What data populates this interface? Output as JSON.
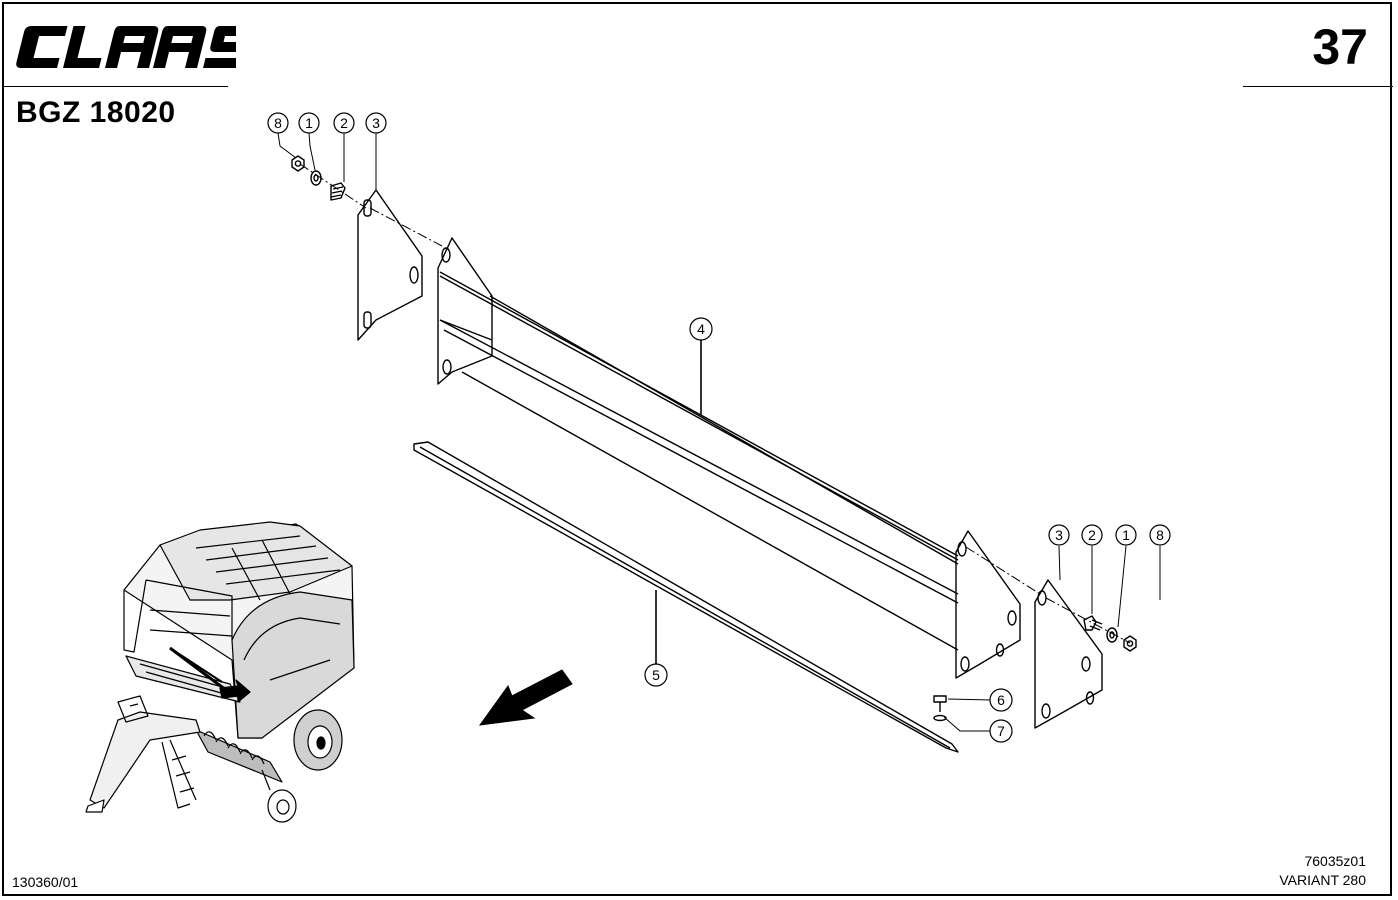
{
  "header": {
    "brand": "CLAAS",
    "document_code": "BGZ 18020",
    "page_number": "37"
  },
  "footer": {
    "drawing_number": "130360/01",
    "figure_ref": "76035z01",
    "model": "VARIANT 280"
  },
  "callouts": {
    "c8a": "8",
    "c1a": "1",
    "c2a": "2",
    "c3a": "3",
    "c4": "4",
    "c5": "5",
    "c6": "6",
    "c7": "7",
    "c3b": "3",
    "c2b": "2",
    "c1b": "1",
    "c8b": "8"
  },
  "icons": {
    "brand_logo": "claas-logo",
    "direction_arrow": "travel-direction-arrow",
    "machine": "round-baler-overview"
  }
}
